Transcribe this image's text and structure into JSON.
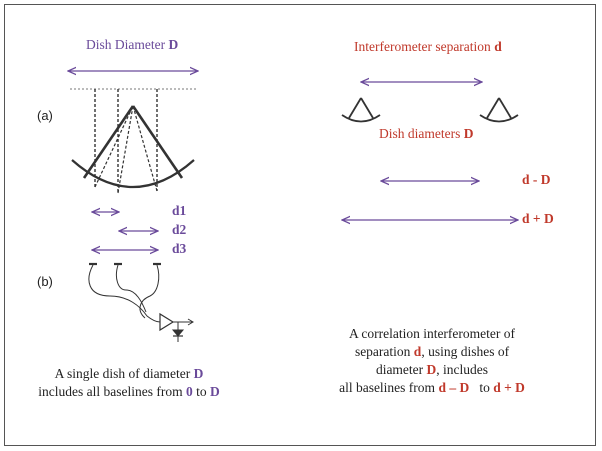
{
  "left": {
    "dish_title_prefix": "Dish Diameter ",
    "dish_title_var": "D",
    "label_a": "(a)",
    "label_b": "(b)",
    "d1": "d1",
    "d2": "d2",
    "d3": "d3",
    "caption_line1_prefix": "A single dish of diameter ",
    "caption_line1_var": "D",
    "caption_line2_prefix": "includes all baselines from ",
    "caption_line2_zero": "0",
    "caption_line2_mid": " to ",
    "caption_line2_var": "D"
  },
  "right": {
    "sep_prefix": "Interferometer separation ",
    "sep_var": "d",
    "dish_diam_prefix": "Dish diameters ",
    "dish_diam_var": "D",
    "d_minus": "d - D",
    "d_plus": "d + D",
    "caption_line1": "A correlation interferometer of",
    "caption_line2_prefix": "separation ",
    "caption_line2_var": "d",
    "caption_line2_suffix": ", using dishes of",
    "caption_line3_prefix": "diameter ",
    "caption_line3_var": "D",
    "caption_line3_suffix": ", includes",
    "caption_line4_prefix": "all baselines from ",
    "caption_line4_a": "d – D",
    "caption_line4_mid": "   to ",
    "caption_line4_b": "d + D"
  },
  "colors": {
    "purple": "#6a4a9a",
    "red": "#c0392b",
    "dark": "#333333"
  }
}
